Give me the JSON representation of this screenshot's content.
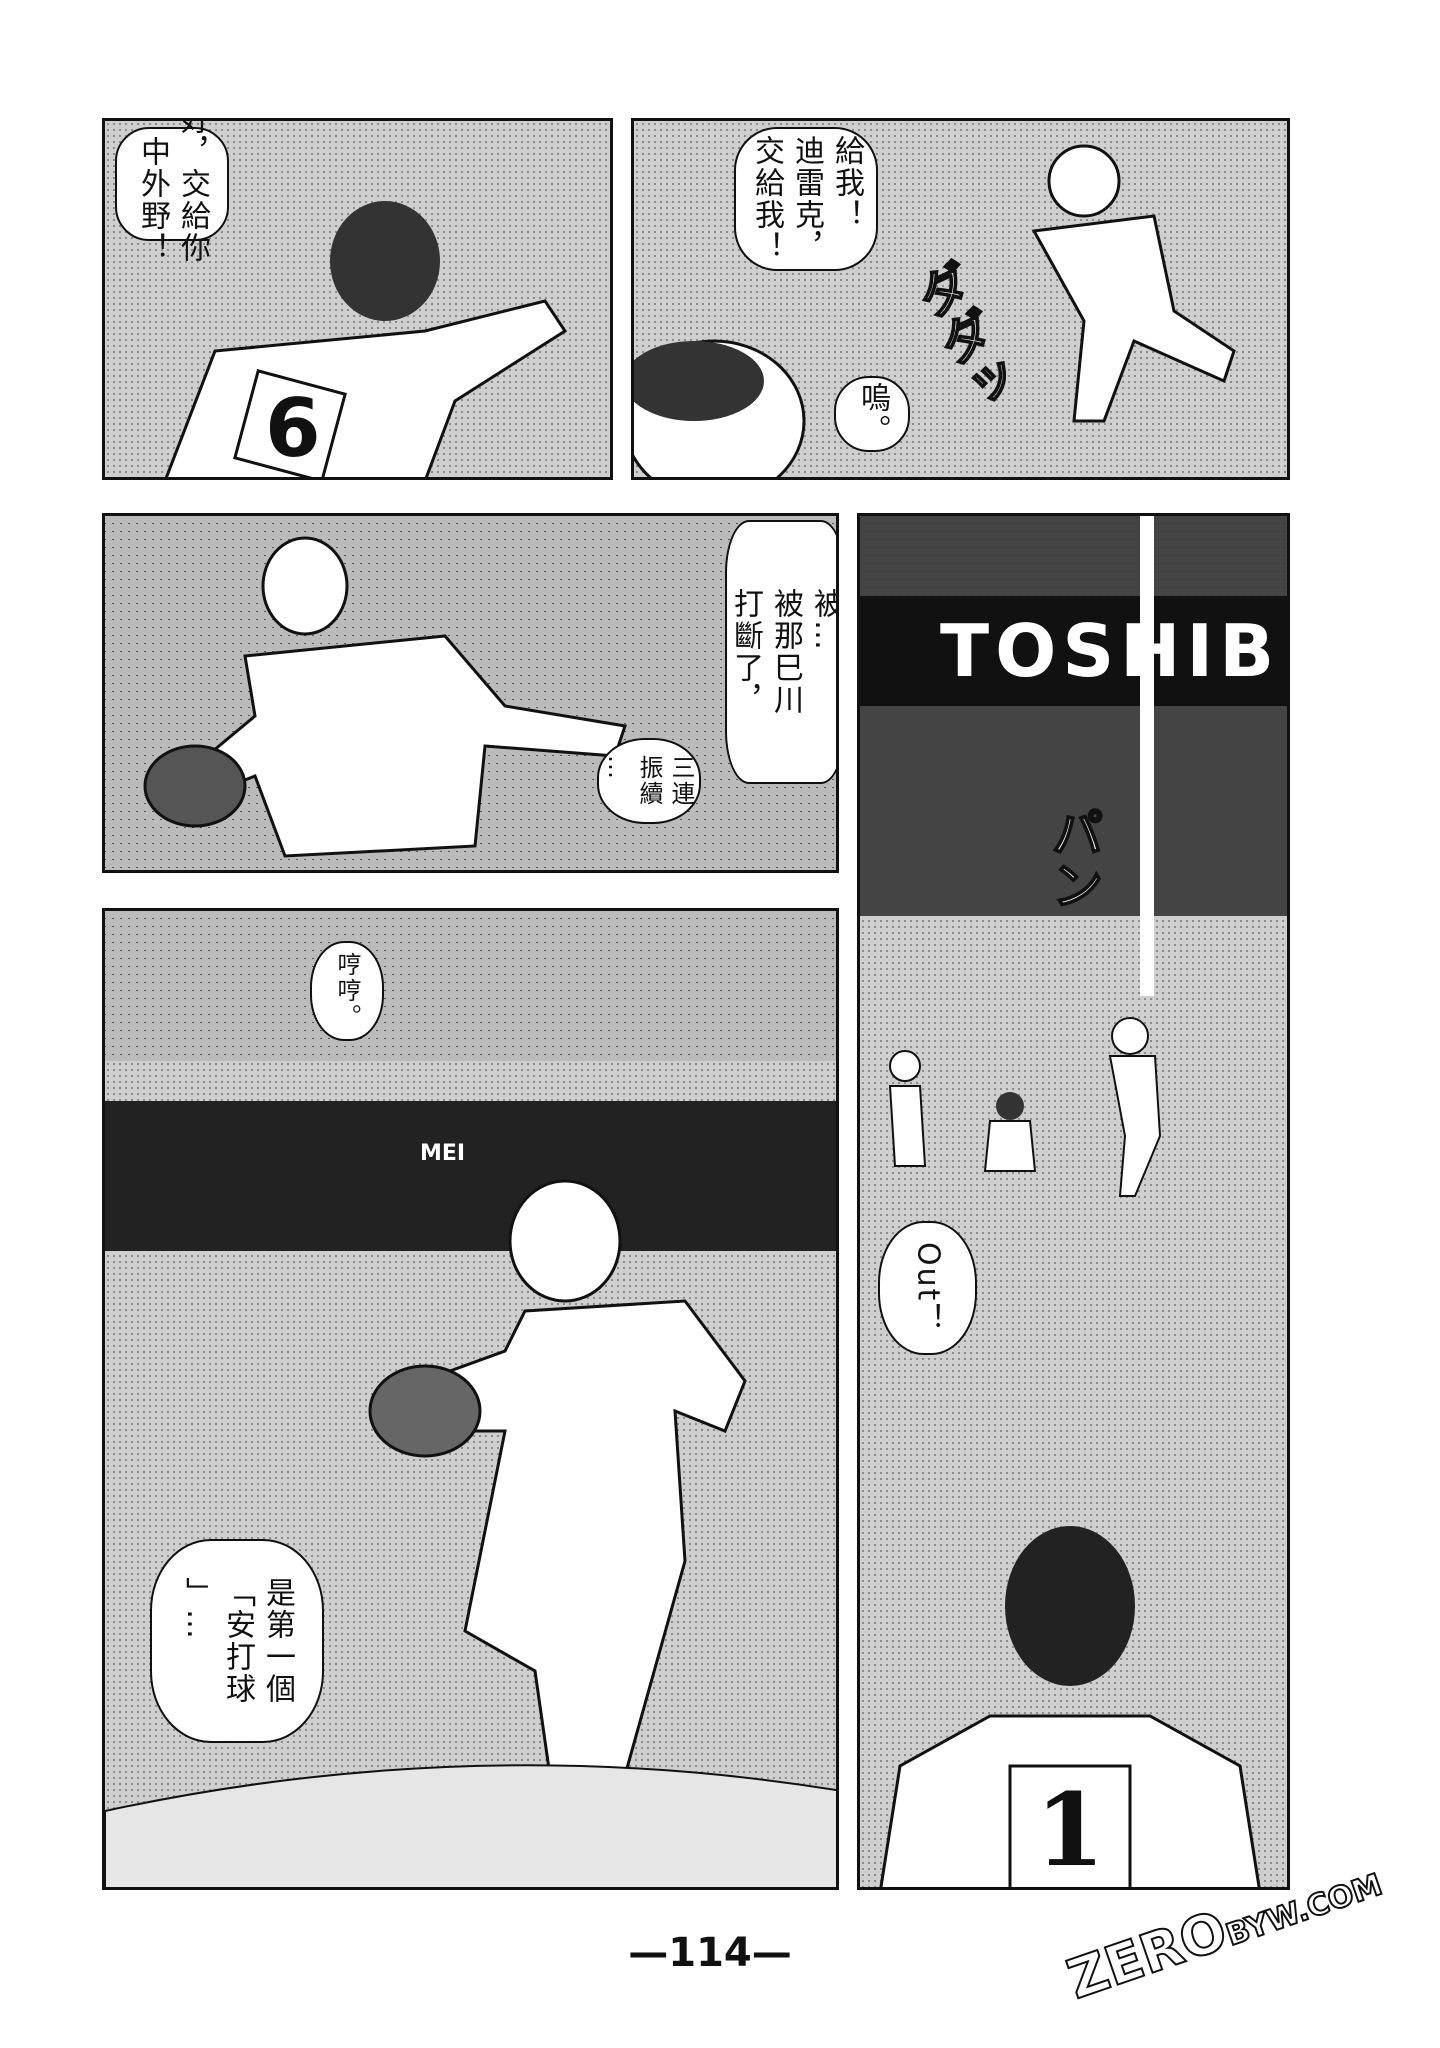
{
  "page": {
    "page_number": "—114—",
    "watermark": {
      "main": "ZERO",
      "suffix": "BYW.COM"
    }
  },
  "panels": [
    {
      "id": "panel-1",
      "bubbles": [
        {
          "lines": [
            "好，",
            "交給你",
            "，中外",
            "野！"
          ]
        }
      ]
    },
    {
      "id": "panel-2",
      "bubbles": [
        {
          "lines": [
            "給我！",
            "迪雷克，",
            "交給我！"
          ]
        },
        {
          "lines": [
            "嗚。"
          ]
        }
      ],
      "sfx": "ダダッ"
    },
    {
      "id": "panel-3",
      "bubbles": [
        {
          "lines": [
            "被…",
            "被那巳川",
            "打斷了，"
          ]
        },
        {
          "lines": [
            "三連",
            "振續",
            "…"
          ]
        }
      ]
    },
    {
      "id": "panel-4",
      "sign": "TOSHIB",
      "bubbles": [
        {
          "lines": [
            "Out！"
          ]
        }
      ],
      "sfx": "パン",
      "jersey_number": "1"
    },
    {
      "id": "panel-5",
      "bubbles": [
        {
          "lines": [
            "哼哼。"
          ]
        },
        {
          "lines": [
            "是第一個",
            "「安打球",
            "」…"
          ]
        }
      ],
      "jersey_text": "MEI"
    }
  ]
}
